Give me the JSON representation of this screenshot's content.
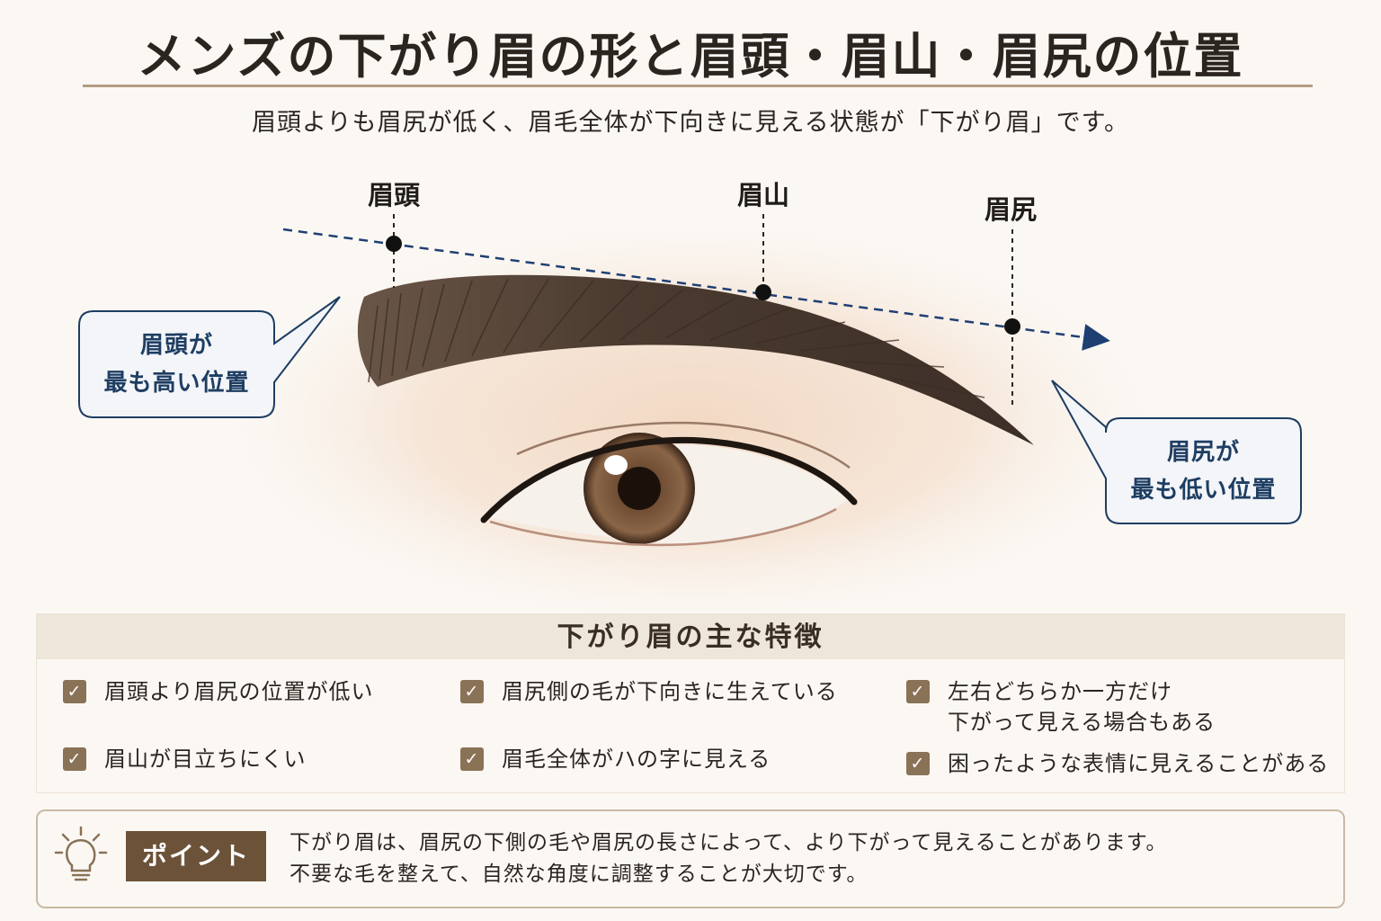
{
  "title": "メンズの下がり眉の形と眉頭・眉山・眉尻の位置",
  "subtitle": "眉頭よりも眉尻が低く、眉毛全体が下向きに見える状態が「下がり眉」です。",
  "points": {
    "head": "眉頭",
    "peak": "眉山",
    "tail": "眉尻"
  },
  "callouts": {
    "left": {
      "line1": "眉頭が",
      "line2": "最も高い位置"
    },
    "right": {
      "line1": "眉尻が",
      "line2": "最も低い位置"
    }
  },
  "features": {
    "heading": "下がり眉の主な特徴",
    "items": [
      {
        "lines": [
          "眉頭より眉尻の位置が低い"
        ]
      },
      {
        "lines": [
          "眉尻側の毛が下向きに生えている"
        ]
      },
      {
        "lines": [
          "左右どちらか一方だけ",
          "下がって見える場合もある"
        ]
      },
      {
        "lines": [
          "眉山が目立ちにくい"
        ]
      },
      {
        "lines": [
          "眉毛全体がハの字に見える"
        ]
      },
      {
        "lines": [
          "困ったような表情に見えることがある"
        ]
      }
    ]
  },
  "point": {
    "badge": "ポイント",
    "line1": "下がり眉は、眉尻の下側の毛や眉尻の長さによって、より下がって見えることがあります。",
    "line2": "不要な毛を整えて、自然な角度に調整することが大切です。"
  },
  "colors": {
    "accent_brown": "#8a7257",
    "badge_brown": "#6b5238",
    "callout_blue": "#1e3d62",
    "guide_line": "#1f3f73"
  },
  "icons": {
    "point": "lightbulb-icon",
    "check": "checkmark-icon"
  }
}
